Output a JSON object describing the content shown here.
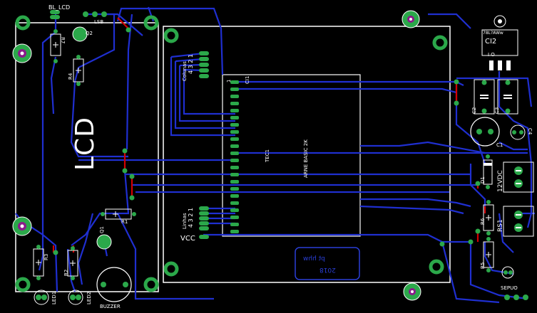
{
  "board": {
    "background": "#000000",
    "trace_color": "#1f2fd0",
    "via_color": "#2ba84a",
    "pad_color": "#8b1a8b",
    "silk_color": "#ffffff",
    "jumper_color": "#d40000"
  },
  "labels": {
    "bl_lcd": "BL_LCD",
    "lsb": "LSB",
    "lcd": "LCD",
    "q2": "Q2",
    "r7": "R7",
    "r4": "R4",
    "r1": "R1",
    "q1": "Q1",
    "r3": "R3",
    "r2": "R2",
    "led1": "LED1",
    "led2": "LED2",
    "buzzer": "BUZZER",
    "colunas": "Colunas",
    "colunas_nums": "4 3 2 1",
    "linhas": "Linhas",
    "linhas_nums": "4 3 2 1",
    "vcc": "VCC",
    "ci1": "CI1",
    "tec1": "TEC1",
    "arne": "ARNE BASIC 2K",
    "pin1": "1",
    "ci2": "CI2",
    "reg_pkg": "78L?AWw",
    "io_pins": "I    O",
    "c2": "C2",
    "c3": "C3",
    "c1": "C1",
    "c4": "C4",
    "d1": "D1",
    "vcc12": "12VDC",
    "r6": "R6",
    "rs1": "RS1",
    "r5": "R5",
    "serial": "SEPUO",
    "year": "2018",
    "mirror_text": "ʍɥɥ ʇd"
  }
}
